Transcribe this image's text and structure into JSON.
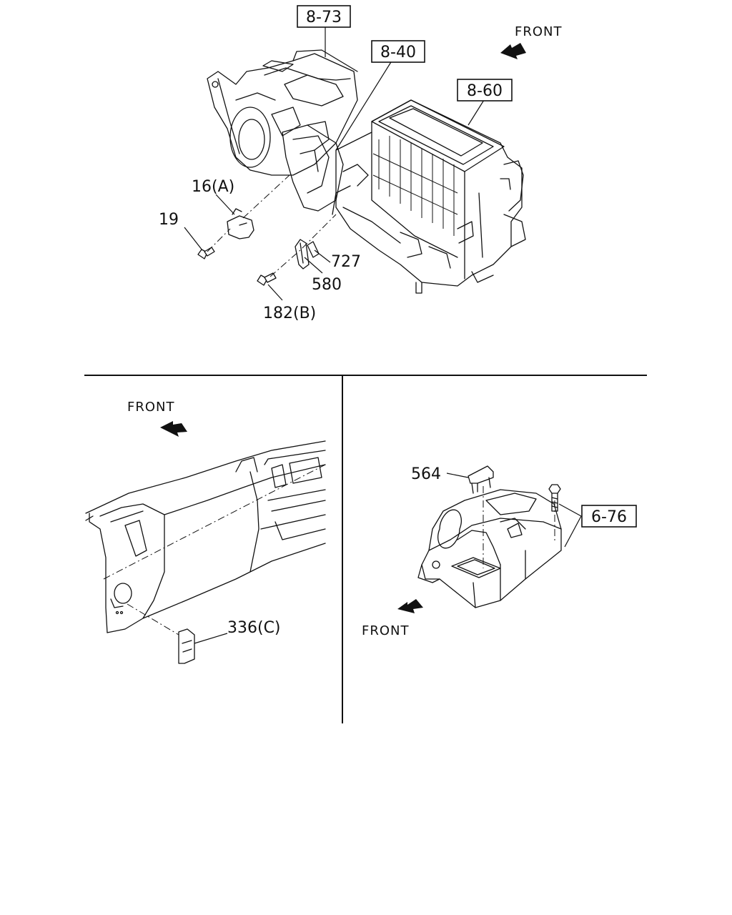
{
  "directions": {
    "top_front": "FRONT",
    "left_front": "FRONT",
    "right_front": "FRONT"
  },
  "references": {
    "ref_8_73": "8-73",
    "ref_8_40": "8-40",
    "ref_8_60": "8-60",
    "ref_6_76": "6-76"
  },
  "callouts": {
    "c16a": "16(A)",
    "c19": "19",
    "c727": "727",
    "c580": "580",
    "c182b": "182(B)",
    "c336c": "336(C)",
    "c564": "564"
  }
}
